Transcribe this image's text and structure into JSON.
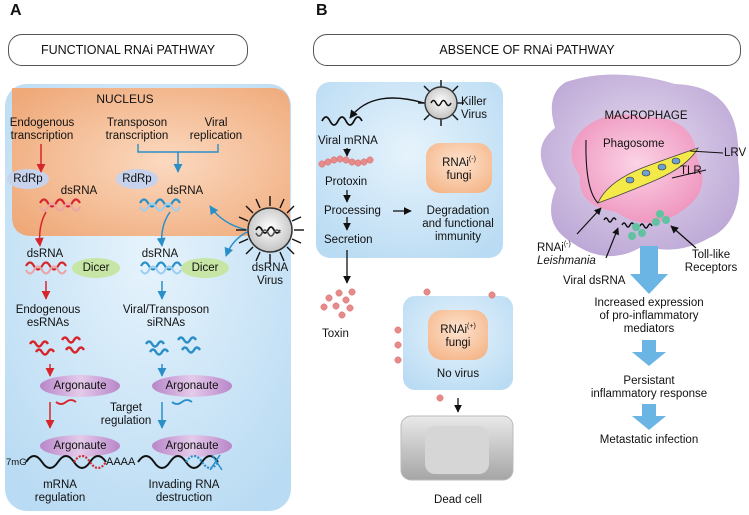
{
  "panelA": {
    "letter": "A",
    "header": "FUNCTIONAL RNAi PATHWAY",
    "nucleus": "NUCLEUS",
    "endogenous_transcription": [
      "Endogenous",
      "transcription"
    ],
    "transposon_transcription": [
      "Transposon",
      "transcription"
    ],
    "viral_replication": [
      "Viral",
      "replication"
    ],
    "rdrp": "RdRp",
    "dsrna": "dsRNA",
    "dicer": "Dicer",
    "dsrna_virus": [
      "dsRNA",
      "Virus"
    ],
    "endogenous_esrnas": [
      "Endogenous",
      "esRNAs"
    ],
    "viral_transposon_sirnas": [
      "Viral/Transposon",
      "siRNAs"
    ],
    "argonaute": "Argonaute",
    "target_regulation": [
      "Target",
      "regulation"
    ],
    "cap": "7mG",
    "polya": "AAAA",
    "mrna_regulation": [
      "mRNA",
      "regulation"
    ],
    "invading_rna_destruction": [
      "Invading RNA",
      "destruction"
    ]
  },
  "panelB": {
    "letter": "B",
    "header": "ABSENCE OF RNAi PATHWAY",
    "killer_virus": [
      "Killer",
      "Virus"
    ],
    "viral_mrna": "Viral mRNA",
    "protoxin": "Protoxin",
    "processing": "Processing",
    "secretion": "Secretion",
    "rnai_minus_fungi": {
      "base": "RNAi",
      "sup": "(-)",
      "line2": "fungi"
    },
    "degradation": [
      "Degradation",
      "and functional",
      "immunity"
    ],
    "toxin": "Toxin",
    "rnai_plus_fungi": {
      "base": "RNAi",
      "sup": "(+)",
      "line2": "fungi"
    },
    "no_virus": "No virus",
    "dead_cell": "Dead cell",
    "macrophage": "MACROPHAGE",
    "phagosome": "Phagosome",
    "lrv": "LRV",
    "tlr": "TLR",
    "rnai_leishmania": {
      "base": "RNAi",
      "sup": "(-)",
      "line2": "Leishmania"
    },
    "viral_dsrna": "Viral dsRNA",
    "toll_like_receptors": [
      "Toll-like",
      "Receptors"
    ],
    "increased_expression": [
      "Increased expression",
      "of pro-inflammatory",
      "mediators"
    ],
    "persistant_response": [
      "Persistant",
      "inflammatory response"
    ],
    "metastatic_infection": "Metastatic infection"
  },
  "colors": {
    "cytoplasm": "#cfe6f7",
    "nucleus": "#f2b98e",
    "rdrp": "#c7d3ec",
    "dicer": "#c7e6a6",
    "argonaute": "#cfa5d8",
    "red_rna": "#d7262b",
    "blue_rna": "#2a8fc8",
    "fungi": "#f7c19a",
    "macrophage": "#c9b5dc",
    "phagosome": "#f2a3c6",
    "big_arrow": "#6ab5e3",
    "toxin": "#e78a8a"
  }
}
